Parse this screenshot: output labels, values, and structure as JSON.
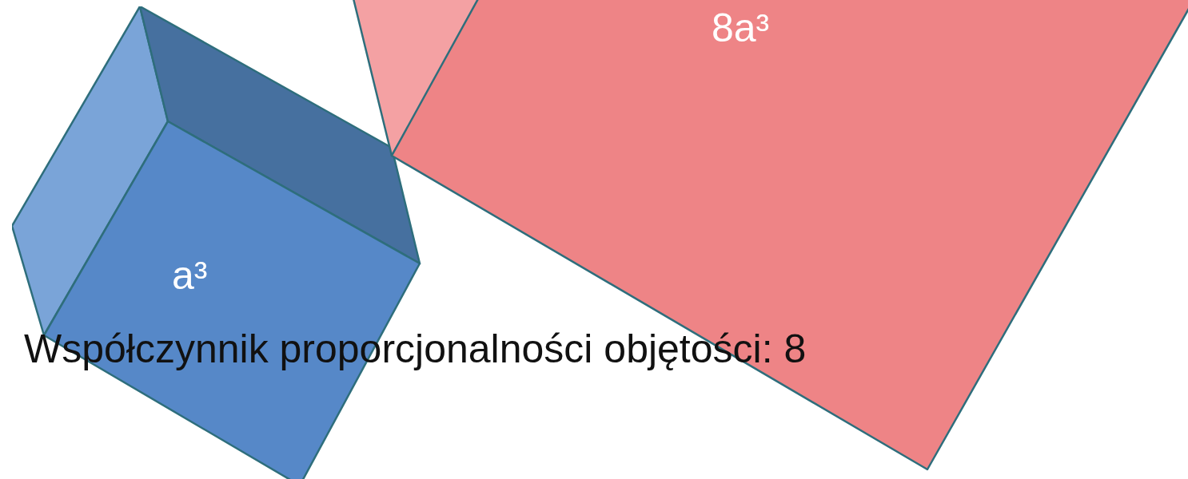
{
  "diagram": {
    "caption": "Współczynnik proporcjonalności objętości: 8",
    "nodes": [
      {
        "text": [
          "8a³"
        ]
      },
      {
        "text": [
          "a³"
        ]
      }
    ]
  }
}
